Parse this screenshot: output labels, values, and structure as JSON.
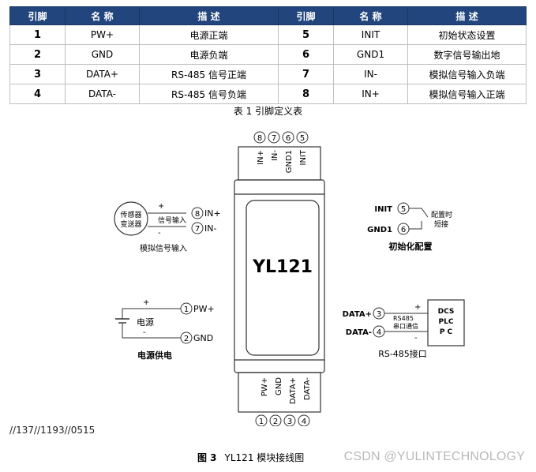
{
  "table": {
    "headers": [
      "引脚",
      "名 称",
      "描 述",
      "引脚",
      "名 称",
      "描 述"
    ],
    "rows": [
      {
        "pin_a": "1",
        "name_a": "PW+",
        "desc_a": "电源正端",
        "pin_b": "5",
        "name_b": "INIT",
        "desc_b": "初始状态设置"
      },
      {
        "pin_a": "2",
        "name_a": "GND",
        "desc_a": "电源负端",
        "pin_b": "6",
        "name_b": "GND1",
        "desc_b": "数字信号输出地"
      },
      {
        "pin_a": "3",
        "name_a": "DATA+",
        "desc_a": "RS-485 信号正端",
        "pin_b": "7",
        "name_b": "IN-",
        "desc_b": "模拟信号输入负端"
      },
      {
        "pin_a": "4",
        "name_a": "DATA-",
        "desc_a": "RS-485 信号负端",
        "pin_b": "8",
        "name_b": "IN+",
        "desc_b": "模拟信号输入正端"
      }
    ],
    "caption": "表 1  引脚定义表"
  },
  "diagram": {
    "top_pin_numbers": [
      "8",
      "7",
      "6",
      "5"
    ],
    "top_pin_labels": [
      "IN+",
      "IN-",
      "GND1",
      "INIT"
    ],
    "bottom_pin_numbers": [
      "1",
      "2",
      "3",
      "4"
    ],
    "bottom_pin_labels": [
      "PW+",
      "GND",
      "DATA+",
      "DATA-"
    ],
    "module_name": "YL121",
    "sensor": {
      "box_line1": "传感器",
      "box_line2": "变送器",
      "plus": "+",
      "minus": "-",
      "signal_label": "信号输入",
      "pin_in_plus": "8",
      "label_in_plus": "IN+",
      "pin_in_minus": "7",
      "label_in_minus": "IN-",
      "caption": "模拟信号输入"
    },
    "power": {
      "plus": "+",
      "minus": "-",
      "label": "电源",
      "pin_pw": "1",
      "label_pw": "PW+",
      "pin_gnd": "2",
      "label_gnd": "GND",
      "caption": "电源供电"
    },
    "init": {
      "label_init": "INIT",
      "pin_init": "5",
      "label_gnd1": "GND1",
      "pin_gnd1": "6",
      "note_line1": "配置时",
      "note_line2": "短接",
      "caption": "初始化配置"
    },
    "rs485": {
      "label_data_plus": "DATA+",
      "pin_data_plus": "3",
      "label_data_minus": "DATA-",
      "pin_data_minus": "4",
      "plus": "+",
      "minus": "-",
      "wire_line1": "RS485",
      "wire_line2": "串口通信",
      "device_line1": "DCS",
      "device_line2": "PLC",
      "device_line3": "P  C",
      "caption": "RS-485接口"
    }
  },
  "footer": {
    "code": "//137//1193//0515",
    "figure_label": "图 3",
    "figure_title": "YL121  模块接线图",
    "watermark": "CSDN @YULINTECHNOLOGY"
  }
}
